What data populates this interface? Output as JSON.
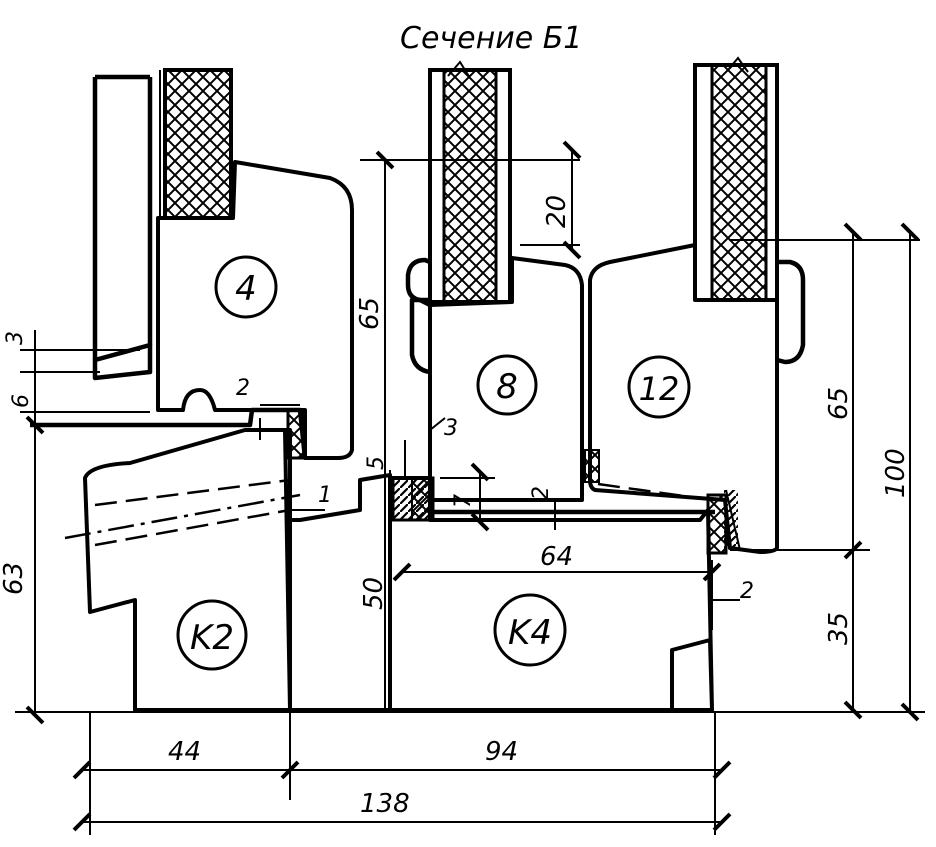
{
  "title": "Сечение Б1",
  "profiles": {
    "p4": "4",
    "p8": "8",
    "p12": "12",
    "k2": "K2",
    "k4": "K4"
  },
  "dimensions": {
    "d3": "3",
    "d6": "6",
    "d63": "63",
    "d65_left": "65",
    "d2_top": "2",
    "d5": "5",
    "d3_mid": "3",
    "d1": "1",
    "d20": "20",
    "d7": "7",
    "d2_mid": "2",
    "d64": "64",
    "d50": "50",
    "d2_right": "2",
    "d65_right": "65",
    "d100": "100",
    "d35": "35",
    "d44": "44",
    "d94": "94",
    "d138": "138"
  }
}
